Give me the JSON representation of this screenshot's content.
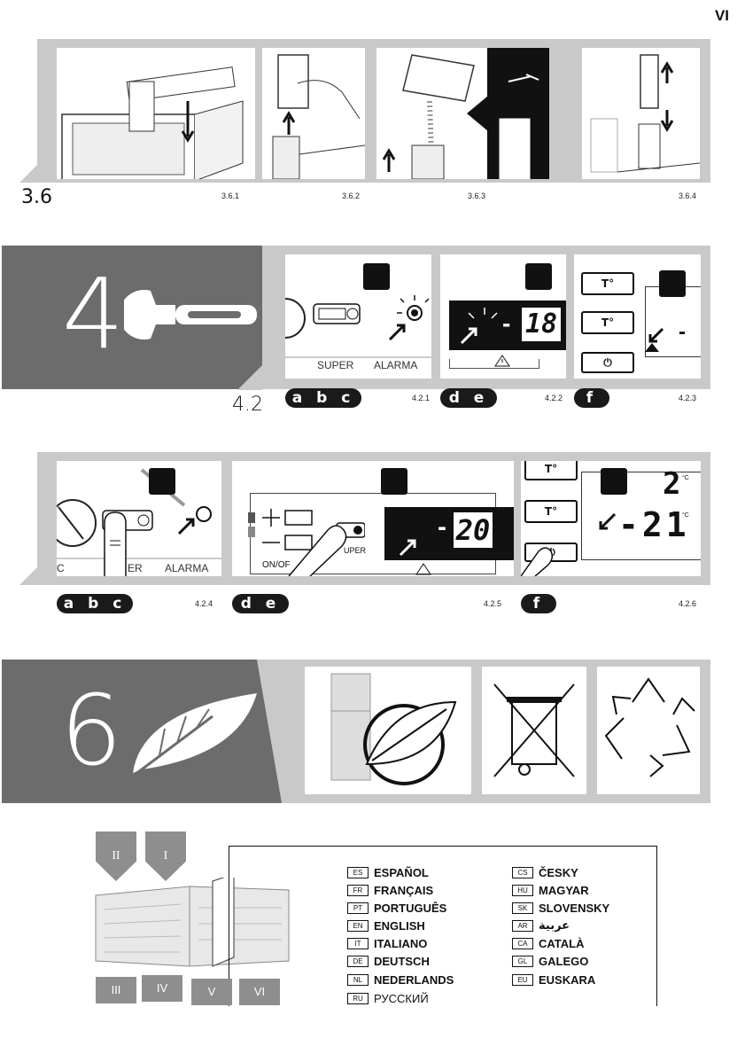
{
  "page_number": "VI",
  "section_36": {
    "title": "3.6",
    "labels": [
      "3.6.1",
      "3.6.2",
      "3.6.3",
      "3.6.4"
    ]
  },
  "section_4": {
    "number": "4",
    "subtitle": "4.2",
    "row1": {
      "labels": [
        "4.2.1",
        "4.2.2",
        "4.2.3"
      ],
      "pills": [
        "a b c",
        "d e",
        "f"
      ],
      "panel_a": {
        "super": "SUPER",
        "alarm": "ALARMA"
      },
      "panel_b": {
        "value": "18",
        "minus": "-"
      },
      "panel_c": {
        "btn1": "T°",
        "btn2": "T°",
        "btn3": "⏻",
        "minus": "-"
      }
    },
    "row2": {
      "labels": [
        "4.2.4",
        "4.2.5",
        "4.2.6"
      ],
      "pills": [
        "a b c",
        "d e",
        "f"
      ],
      "panel_a": {
        "super": "ER",
        "alarm": "ALARMA",
        "c": "C"
      },
      "panel_b": {
        "value": "20",
        "minus": "-",
        "super": "UPER",
        "onoff": "ON/OF"
      },
      "panel_c": {
        "btn1": "T°",
        "btn2": "T°",
        "btn3": "⏻",
        "temp_top": "2",
        "temp_bottom": "-21",
        "unit": "°C"
      }
    }
  },
  "section_6": {
    "number": "6"
  },
  "languages": {
    "arrows": [
      "II",
      "I"
    ],
    "pages": [
      "III",
      "IV",
      "V",
      "VI"
    ],
    "col1": [
      {
        "code": "ES",
        "name": "ESPAÑOL"
      },
      {
        "code": "FR",
        "name": "FRANÇAIS"
      },
      {
        "code": "PT",
        "name": "PORTUGUÊS"
      },
      {
        "code": "EN",
        "name": "ENGLISH"
      },
      {
        "code": "IT",
        "name": "ITALIANO"
      },
      {
        "code": "DE",
        "name": "DEUTSCH"
      },
      {
        "code": "NL",
        "name": "NEDERLANDS"
      },
      {
        "code": "RU",
        "name": "РУССКИЙ"
      }
    ],
    "col2": [
      {
        "code": "CS",
        "name": "ČESKY"
      },
      {
        "code": "HU",
        "name": "MAGYAR"
      },
      {
        "code": "SK",
        "name": "SLOVENSKY"
      },
      {
        "code": "AR",
        "name": "عربية"
      },
      {
        "code": "CA",
        "name": "CATALÀ"
      },
      {
        "code": "GL",
        "name": "GALEGO"
      },
      {
        "code": "EU",
        "name": "EUSKARA"
      }
    ]
  }
}
